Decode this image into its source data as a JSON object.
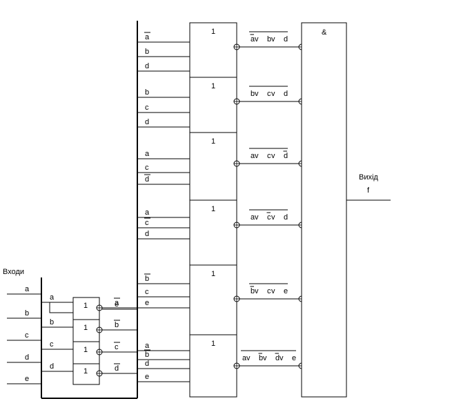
{
  "inputs_label": "Входи",
  "inputs": [
    "a",
    "b",
    "c",
    "d",
    "e"
  ],
  "inverter_symbol": "1",
  "inverter_in_labels": [
    "a",
    "b",
    "c",
    "d"
  ],
  "inverter_outputs": [
    {
      "base": "a",
      "bar": true
    },
    {
      "base": "b",
      "bar": true
    },
    {
      "base": "c",
      "bar": true
    },
    {
      "base": "d",
      "bar": true
    }
  ],
  "pass_through": {
    "base": "e",
    "bar": false
  },
  "or_symbol": "1",
  "and_symbol": "&",
  "output_label_1": "Вихід",
  "output_label_2": "f",
  "or_gates": [
    {
      "inputs": [
        {
          "base": "a",
          "bar": true
        },
        {
          "base": "b",
          "bar": false
        },
        {
          "base": "d",
          "bar": false
        }
      ],
      "expr": [
        {
          "t": "a",
          "bar": true
        },
        {
          "t": " v ",
          "bar": false
        },
        {
          "t": "b",
          "bar": false
        },
        {
          "t": " v ",
          "bar": false
        },
        {
          "t": "d",
          "bar": false
        }
      ]
    },
    {
      "inputs": [
        {
          "base": "b",
          "bar": false
        },
        {
          "base": "c",
          "bar": false
        },
        {
          "base": "d",
          "bar": false
        }
      ],
      "expr": [
        {
          "t": "b",
          "bar": false
        },
        {
          "t": " v ",
          "bar": false
        },
        {
          "t": "c",
          "bar": false
        },
        {
          "t": " v ",
          "bar": false
        },
        {
          "t": "d",
          "bar": false
        }
      ]
    },
    {
      "inputs": [
        {
          "base": "a",
          "bar": false
        },
        {
          "base": "c",
          "bar": false
        },
        {
          "base": "d",
          "bar": true
        }
      ],
      "expr": [
        {
          "t": "a",
          "bar": false
        },
        {
          "t": " v ",
          "bar": false
        },
        {
          "t": "c",
          "bar": false
        },
        {
          "t": " v ",
          "bar": false
        },
        {
          "t": "d",
          "bar": true
        }
      ]
    },
    {
      "inputs": [
        {
          "base": "a",
          "bar": false
        },
        {
          "base": "c",
          "bar": true
        },
        {
          "base": "d",
          "bar": false
        }
      ],
      "expr": [
        {
          "t": "a",
          "bar": false
        },
        {
          "t": " v ",
          "bar": false
        },
        {
          "t": "c",
          "bar": true
        },
        {
          "t": " v ",
          "bar": false
        },
        {
          "t": "d",
          "bar": false
        }
      ]
    },
    {
      "inputs": [
        {
          "base": "b",
          "bar": true
        },
        {
          "base": "c",
          "bar": false
        },
        {
          "base": "e",
          "bar": false
        }
      ],
      "expr": [
        {
          "t": "b",
          "bar": true
        },
        {
          "t": " v ",
          "bar": false
        },
        {
          "t": "c",
          "bar": false
        },
        {
          "t": " v ",
          "bar": false
        },
        {
          "t": "e",
          "bar": false
        }
      ]
    },
    {
      "inputs": [
        {
          "base": "a",
          "bar": false
        },
        {
          "base": "b",
          "bar": true
        },
        {
          "base": "d",
          "bar": false
        },
        {
          "base": "e",
          "bar": false
        }
      ],
      "expr": [
        {
          "t": "a",
          "bar": false
        },
        {
          "t": " v ",
          "bar": false
        },
        {
          "t": "b",
          "bar": true
        },
        {
          "t": " v ",
          "bar": false
        },
        {
          "t": "d",
          "bar": true
        },
        {
          "t": " v ",
          "bar": false
        },
        {
          "t": "e",
          "bar": false
        }
      ]
    }
  ]
}
